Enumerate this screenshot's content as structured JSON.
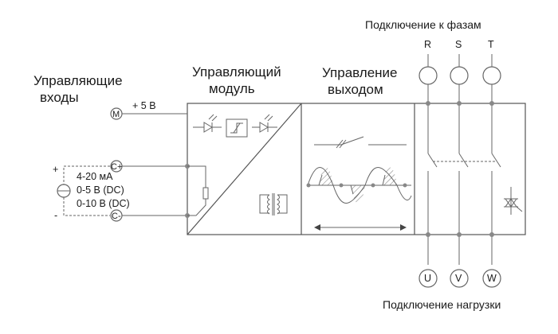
{
  "labels": {
    "control_inputs_line1": "Управляющие",
    "control_inputs_line2": "входы",
    "control_module_line1": "Управляющий",
    "control_module_line2": "модуль",
    "output_control_line1": "Управление",
    "output_control_line2": "выходом",
    "phase_connection": "Подключение к фазам",
    "load_connection": "Подключение нагрузки",
    "supply_5v": "+ 5 В",
    "range_current": "4-20 мА",
    "range_v1": "0-5 В (DC)",
    "range_v2": "0-10 В (DC)",
    "plus": "+",
    "minus": "-"
  },
  "terminals": {
    "m": "M",
    "c_plus": "C+",
    "c_minus": "C-"
  },
  "phases": [
    "R",
    "S",
    "T"
  ],
  "loads": [
    "U",
    "V",
    "W"
  ]
}
